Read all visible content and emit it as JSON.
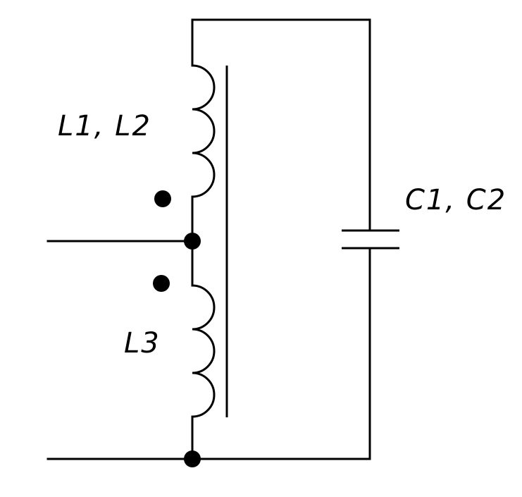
{
  "labels": {
    "upper_winding": "L1, L2",
    "lower_winding": "L3",
    "capacitor": "C1, C2"
  }
}
